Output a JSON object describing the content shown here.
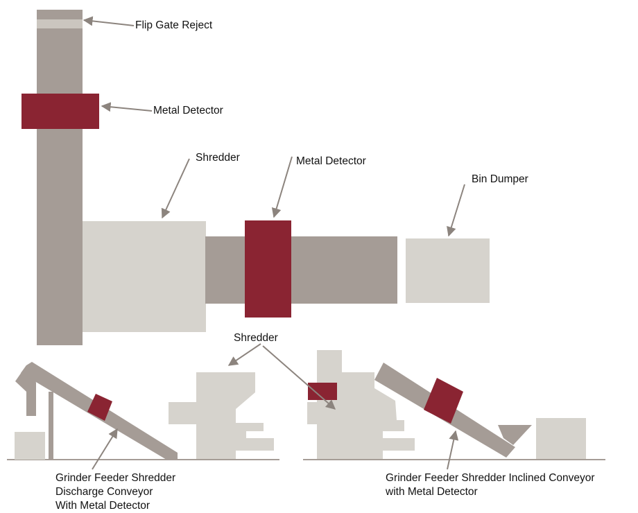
{
  "labels": {
    "flip_gate_reject": "Flip Gate Reject",
    "metal_detector_vertical": "Metal Detector",
    "shredder_top": "Shredder",
    "metal_detector_horizontal": "Metal Detector",
    "bin_dumper": "Bin Dumper",
    "shredder_bottom": "Shredder",
    "discharge_conveyor": [
      "Grinder Feeder Shredder",
      "Discharge Conveyor",
      "With Metal Detector"
    ],
    "inclined_conveyor": [
      "Grinder Feeder Shredder Inclined Conveyor",
      "with Metal Detector"
    ]
  },
  "colors": {
    "conveyor": "#a59c96",
    "machine": "#d6d3cd",
    "detector": "#8a2432",
    "gate": "#cbc6bf",
    "arrow": "#8c847e",
    "ground": "#a59c96"
  }
}
